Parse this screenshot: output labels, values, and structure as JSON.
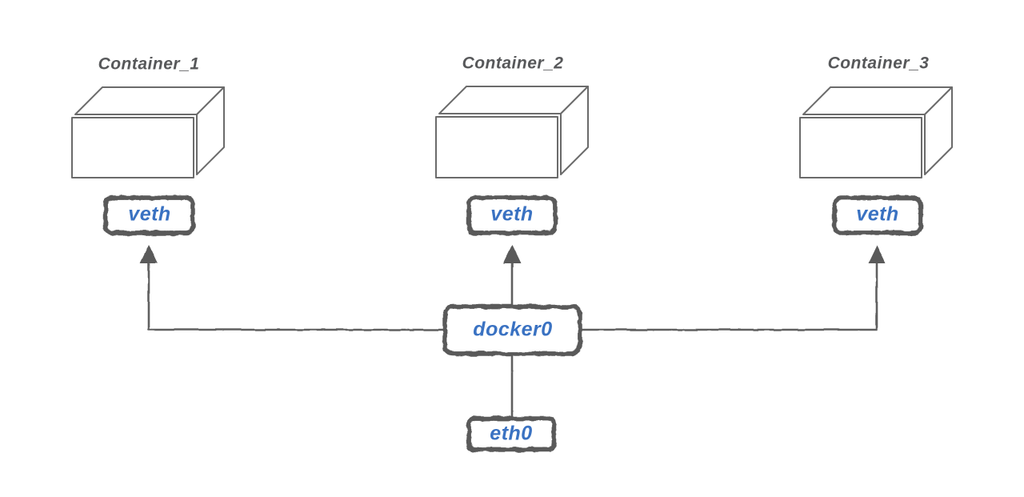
{
  "diagram": {
    "containers": [
      {
        "label": "Container_1",
        "interface_label": "veth"
      },
      {
        "label": "Container_2",
        "interface_label": "veth"
      },
      {
        "label": "Container_3",
        "interface_label": "veth"
      }
    ],
    "bridge_label": "docker0",
    "host_interface_label": "eth0",
    "connections": [
      {
        "from": "docker0",
        "to": "veth of Container_1",
        "arrow": "up"
      },
      {
        "from": "docker0",
        "to": "veth of Container_2",
        "arrow": "up"
      },
      {
        "from": "docker0",
        "to": "veth of Container_3",
        "arrow": "up"
      },
      {
        "from": "docker0",
        "to": "eth0",
        "arrow": "none"
      }
    ],
    "colors": {
      "interface_text_blue": "#3a72c2",
      "sketch_outline_gray": "#5a5a5a",
      "container_label_gray": "#57585a",
      "cube_outline_gray": "#6b6b6b",
      "connector_gray": "#5f5f5f",
      "background": "#ffffff"
    }
  }
}
